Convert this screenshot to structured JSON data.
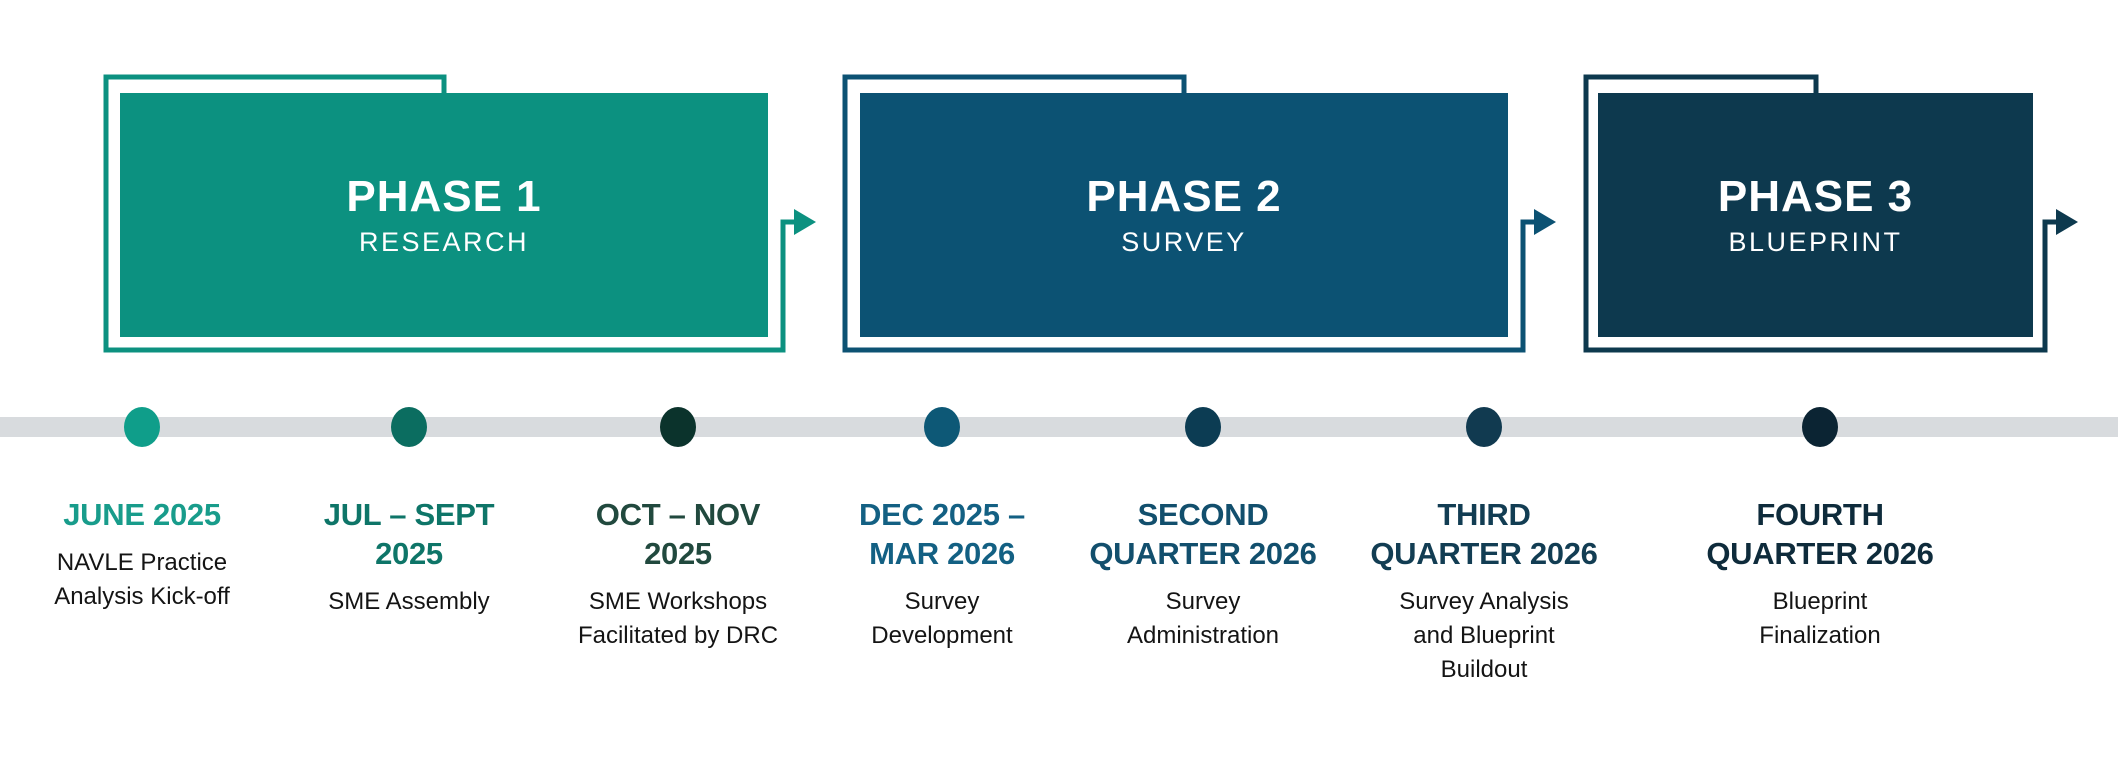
{
  "page": {
    "background": "#FFFFFF"
  },
  "phases": [
    {
      "title": "PHASE 1",
      "subtitle": "RESEARCH",
      "color": "#0C9180"
    },
    {
      "title": "PHASE 2",
      "subtitle": "SURVEY",
      "color": "#0C5273"
    },
    {
      "title": "PHASE 3",
      "subtitle": "BLUEPRINT",
      "color": "#0D394E"
    }
  ],
  "timeline": {
    "bar_color": "#D8DBDE"
  },
  "milestones": [
    {
      "date": "JUNE 2025",
      "date_color": "#189C8B",
      "dot_color": "#0F9E8A",
      "description": "NAVLE Practice\nAnalysis Kick-off"
    },
    {
      "date": "JUL – SEPT\n2025",
      "date_color": "#0E7568",
      "dot_color": "#0B6D60",
      "description": "SME Assembly"
    },
    {
      "date": "OCT – NOV\n2025",
      "date_color": "#21493E",
      "dot_color": "#0B332C",
      "description": "SME Workshops\nFacilitated by DRC"
    },
    {
      "date": "DEC 2025 –\nMAR 2026",
      "date_color": "#136083",
      "dot_color": "#0D5876",
      "description": "Survey\nDevelopment"
    },
    {
      "date": "SECOND\nQUARTER 2026",
      "date_color": "#124F6D",
      "dot_color": "#0C3C53",
      "description": "Survey\nAdministration"
    },
    {
      "date": "THIRD\nQUARTER 2026",
      "date_color": "#123D53",
      "dot_color": "#113A50",
      "description": "Survey Analysis\nand Blueprint\nBuildout"
    },
    {
      "date": "FOURTH\nQUARTER 2026",
      "date_color": "#0E2B3B",
      "dot_color": "#0B2433",
      "description": "Blueprint\nFinalization"
    }
  ]
}
